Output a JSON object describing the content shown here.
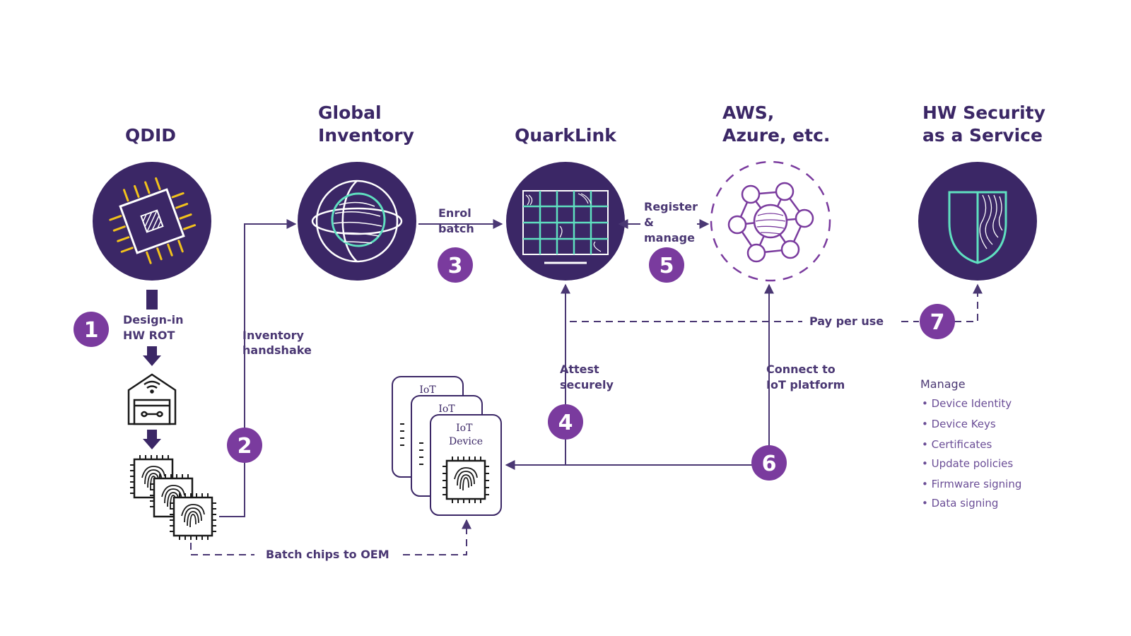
{
  "nodes": {
    "qdid": {
      "title_lines": [
        "QDID"
      ]
    },
    "inventory": {
      "title_lines": [
        "Global",
        "Inventory"
      ]
    },
    "quarklink": {
      "title_lines": [
        "QuarkLink"
      ]
    },
    "cloud": {
      "title_lines": [
        "AWS,",
        "Azure, etc."
      ]
    },
    "hwsec": {
      "title_lines": [
        "HW Security",
        "as a Service"
      ]
    }
  },
  "steps": [
    "1",
    "2",
    "3",
    "4",
    "5",
    "6",
    "7"
  ],
  "labels": {
    "design_in": [
      "Design-in",
      "HW ROT"
    ],
    "inventory_handshake": [
      "Inventory",
      "handshake"
    ],
    "enrol_batch": [
      "Enrol",
      "batch"
    ],
    "register_manage": [
      "Register",
      "&",
      "manage"
    ],
    "pay_per_use": "Pay per use",
    "attest_securely": [
      "Attest",
      "securely"
    ],
    "connect_iot": [
      "Connect to",
      "IoT platform"
    ],
    "batch_chips": "Batch chips to OEM"
  },
  "iot_cards": {
    "back": "IoT",
    "middle": "IoT",
    "front": [
      "IoT",
      "Device"
    ]
  },
  "manage": {
    "heading": "Manage",
    "items": [
      "Device Identity",
      "Device Keys",
      "Certificates",
      "Update policies",
      "Firmware signing",
      "Data signing"
    ]
  },
  "colors": {
    "primary": "#3b2766",
    "badge": "#7a3b9e",
    "accent_teal": "#5fe0c0",
    "accent_yellow": "#f2c21b",
    "line": "#4a3773"
  },
  "icons": [
    "chip-icon",
    "globe-icon",
    "dashboard-grid-icon",
    "network-hub-icon",
    "shield-icon",
    "factory-icon",
    "fingerprint-chip-icon"
  ]
}
